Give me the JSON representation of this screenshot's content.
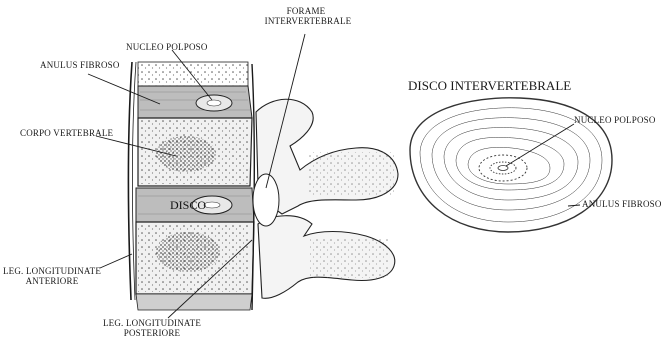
{
  "title_disc": "DISCO INTERVERTEBRALE",
  "labels": {
    "nucleo_left": "NUCLEO POLPOSO",
    "anulus_left": "ANULUS FIBROSO",
    "corpo": "CORPO VERTEBRALE",
    "forame_line1": "FORAME",
    "forame_line2": "INTERVERTEBRALE",
    "disco": "DISCO",
    "leg_ant_line1": "LEG. LONGITUDINATE",
    "leg_ant_line2": "ANTERIORE",
    "leg_post_line1": "LEG. LONGITUDINATE",
    "leg_post_line2": "POSTERIORE",
    "nucleo_right": "NUCLEO POLPOSO",
    "anulus_right": "ANULUS FIBROSO"
  },
  "colors": {
    "ink": "#1a1a1a",
    "disc_fill": "#c9c9c9",
    "bone_fill": "#efefef"
  }
}
